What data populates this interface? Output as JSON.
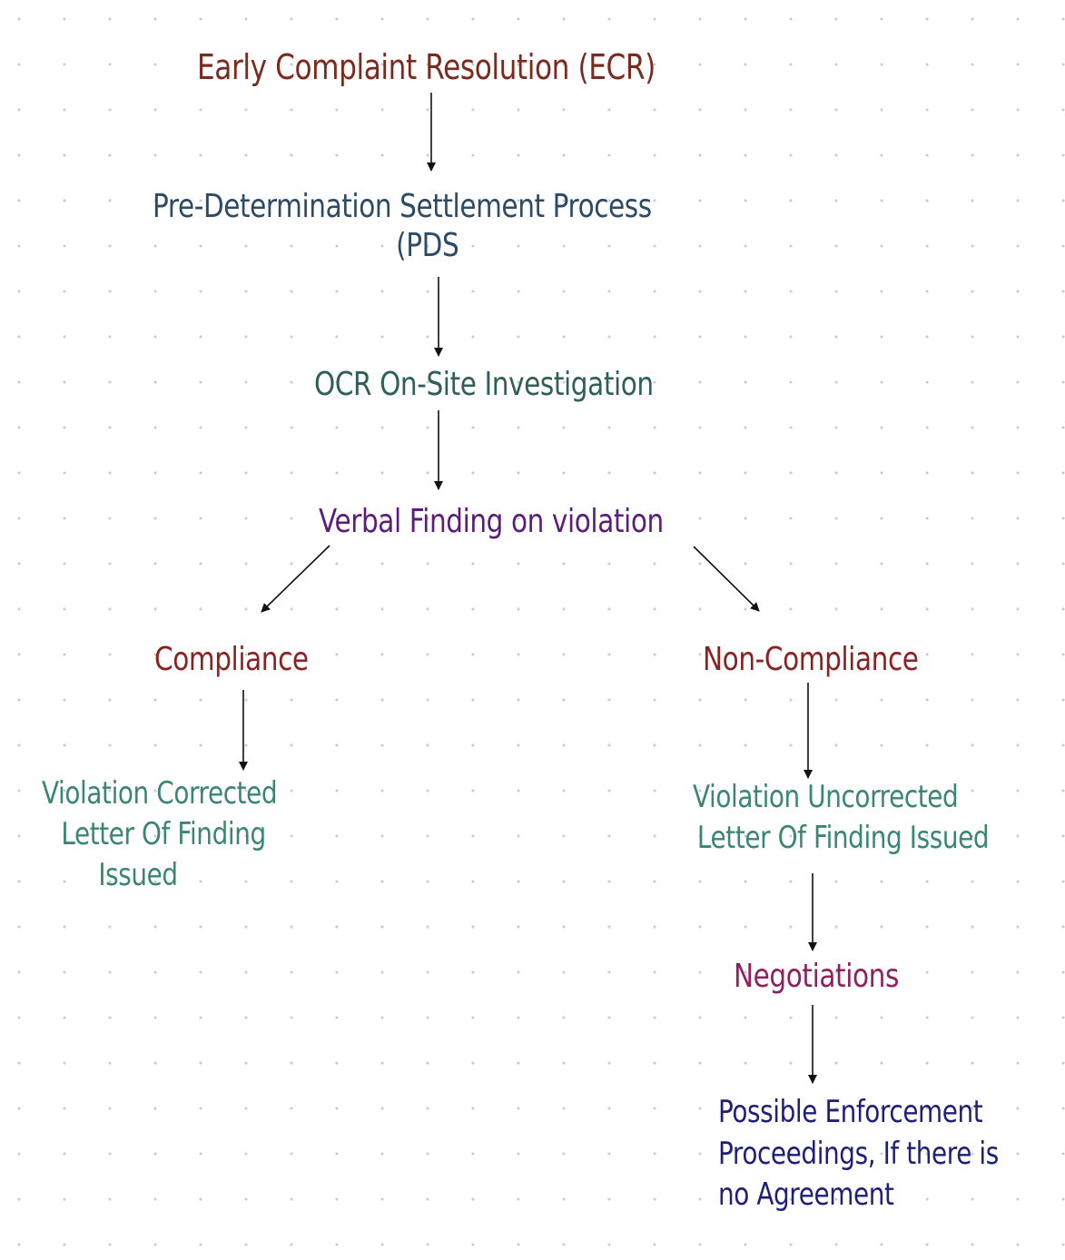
{
  "nodes": {
    "ecr": {
      "text": "Early Complaint Resolution (ECR)",
      "color": "#7b2a1f"
    },
    "pds": {
      "line1": "Pre-Determination Settlement Process",
      "line2": "(PDS",
      "color": "#2d4a66"
    },
    "ocr": {
      "text": "OCR On-Site Investigation",
      "color": "#2f5f58"
    },
    "verbal": {
      "text": "Verbal Finding on violation",
      "color": "#5a1d7c"
    },
    "compliance": {
      "text": "Compliance",
      "color": "#8a2222"
    },
    "noncompliance": {
      "text": "Non-Compliance",
      "color": "#8a2222"
    },
    "corrected": {
      "line1": "Violation Corrected",
      "line2": "Letter Of Finding",
      "line3": "Issued",
      "color": "#3a8673"
    },
    "uncorrected": {
      "line1": "Violation Uncorrected",
      "line2": "Letter Of Finding Issued",
      "color": "#3a8673"
    },
    "negotiations": {
      "text": "Negotiations",
      "color": "#8e2160"
    },
    "enforcement": {
      "line1": "Possible Enforcement",
      "line2": "Proceedings, If there is",
      "line3": "no Agreement",
      "color": "#1f1f7a"
    }
  },
  "edges": [
    {
      "from": "ecr",
      "to": "pds"
    },
    {
      "from": "pds",
      "to": "ocr"
    },
    {
      "from": "ocr",
      "to": "verbal"
    },
    {
      "from": "verbal",
      "to": "compliance"
    },
    {
      "from": "verbal",
      "to": "noncompliance"
    },
    {
      "from": "compliance",
      "to": "corrected"
    },
    {
      "from": "noncompliance",
      "to": "uncorrected"
    },
    {
      "from": "uncorrected",
      "to": "negotiations"
    },
    {
      "from": "negotiations",
      "to": "enforcement"
    }
  ]
}
